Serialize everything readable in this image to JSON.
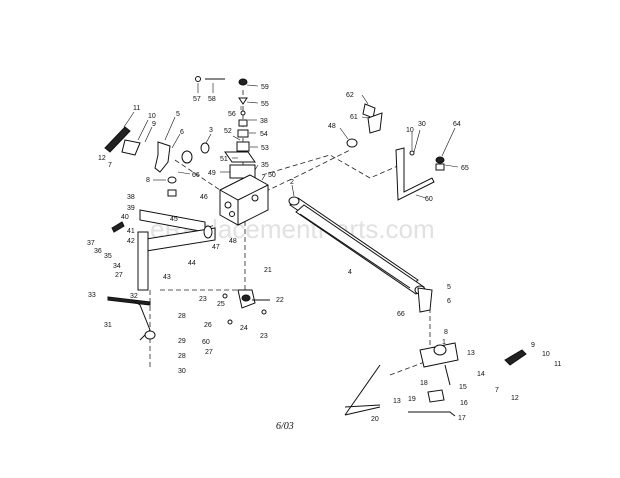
{
  "watermark": "eReplacementParts.com",
  "footer_date": "6/03",
  "labels": [
    {
      "id": "l57",
      "text": "57"
    },
    {
      "id": "l58",
      "text": "58"
    },
    {
      "id": "l59",
      "text": "59"
    },
    {
      "id": "l55",
      "text": "55"
    },
    {
      "id": "l56",
      "text": "56"
    },
    {
      "id": "l38a",
      "text": "38"
    },
    {
      "id": "l54",
      "text": "54"
    },
    {
      "id": "l53",
      "text": "53"
    },
    {
      "id": "l52",
      "text": "52"
    },
    {
      "id": "l51",
      "text": "51"
    },
    {
      "id": "l49",
      "text": "49"
    },
    {
      "id": "l35a",
      "text": "35"
    },
    {
      "id": "l50",
      "text": "50"
    },
    {
      "id": "l62",
      "text": "62"
    },
    {
      "id": "l61",
      "text": "61"
    },
    {
      "id": "l48a",
      "text": "48"
    },
    {
      "id": "l10a",
      "text": "10"
    },
    {
      "id": "l30a",
      "text": "30"
    },
    {
      "id": "l64",
      "text": "64"
    },
    {
      "id": "l65",
      "text": "65"
    },
    {
      "id": "l60",
      "text": "60"
    },
    {
      "id": "l11a",
      "text": "11"
    },
    {
      "id": "l10b",
      "text": "10"
    },
    {
      "id": "l9a",
      "text": "9"
    },
    {
      "id": "l5a",
      "text": "5"
    },
    {
      "id": "l6a",
      "text": "6"
    },
    {
      "id": "l3",
      "text": "3"
    },
    {
      "id": "l12a",
      "text": "12"
    },
    {
      "id": "l7a",
      "text": "7"
    },
    {
      "id": "l66a",
      "text": "66"
    },
    {
      "id": "l8a",
      "text": "8"
    },
    {
      "id": "l2",
      "text": "2"
    },
    {
      "id": "l38b",
      "text": "38"
    },
    {
      "id": "l39",
      "text": "39"
    },
    {
      "id": "l40",
      "text": "40"
    },
    {
      "id": "l41",
      "text": "41"
    },
    {
      "id": "l42",
      "text": "42"
    },
    {
      "id": "l37",
      "text": "37"
    },
    {
      "id": "l36",
      "text": "36"
    },
    {
      "id": "l35b",
      "text": "35"
    },
    {
      "id": "l34",
      "text": "34"
    },
    {
      "id": "l27a",
      "text": "27"
    },
    {
      "id": "l32",
      "text": "32"
    },
    {
      "id": "l33",
      "text": "33"
    },
    {
      "id": "l31",
      "text": "31"
    },
    {
      "id": "l43",
      "text": "43"
    },
    {
      "id": "l44",
      "text": "44"
    },
    {
      "id": "l45",
      "text": "45"
    },
    {
      "id": "l46",
      "text": "46"
    },
    {
      "id": "l47",
      "text": "47"
    },
    {
      "id": "l48b",
      "text": "48"
    },
    {
      "id": "l21",
      "text": "21"
    },
    {
      "id": "l23a",
      "text": "23"
    },
    {
      "id": "l25",
      "text": "25"
    },
    {
      "id": "l22",
      "text": "22"
    },
    {
      "id": "l26",
      "text": "26"
    },
    {
      "id": "l24",
      "text": "24"
    },
    {
      "id": "l23b",
      "text": "23"
    },
    {
      "id": "l60b",
      "text": "60"
    },
    {
      "id": "l27b",
      "text": "27"
    },
    {
      "id": "l28a",
      "text": "28"
    },
    {
      "id": "l29",
      "text": "29"
    },
    {
      "id": "l28b",
      "text": "28"
    },
    {
      "id": "l30b",
      "text": "30"
    },
    {
      "id": "l4",
      "text": "4"
    },
    {
      "id": "l5b",
      "text": "5"
    },
    {
      "id": "l6b",
      "text": "6"
    },
    {
      "id": "l66b",
      "text": "66"
    },
    {
      "id": "l8b",
      "text": "8"
    },
    {
      "id": "l1",
      "text": "1"
    },
    {
      "id": "l13a",
      "text": "13"
    },
    {
      "id": "l14",
      "text": "14"
    },
    {
      "id": "l18",
      "text": "18"
    },
    {
      "id": "l15",
      "text": "15"
    },
    {
      "id": "l16",
      "text": "16"
    },
    {
      "id": "l17",
      "text": "17"
    },
    {
      "id": "l19",
      "text": "19"
    },
    {
      "id": "l13b",
      "text": "13"
    },
    {
      "id": "l20",
      "text": "20"
    },
    {
      "id": "l9b",
      "text": "9"
    },
    {
      "id": "l10c",
      "text": "10"
    },
    {
      "id": "l11b",
      "text": "11"
    },
    {
      "id": "l7b",
      "text": "7"
    },
    {
      "id": "l12b",
      "text": "12"
    }
  ]
}
